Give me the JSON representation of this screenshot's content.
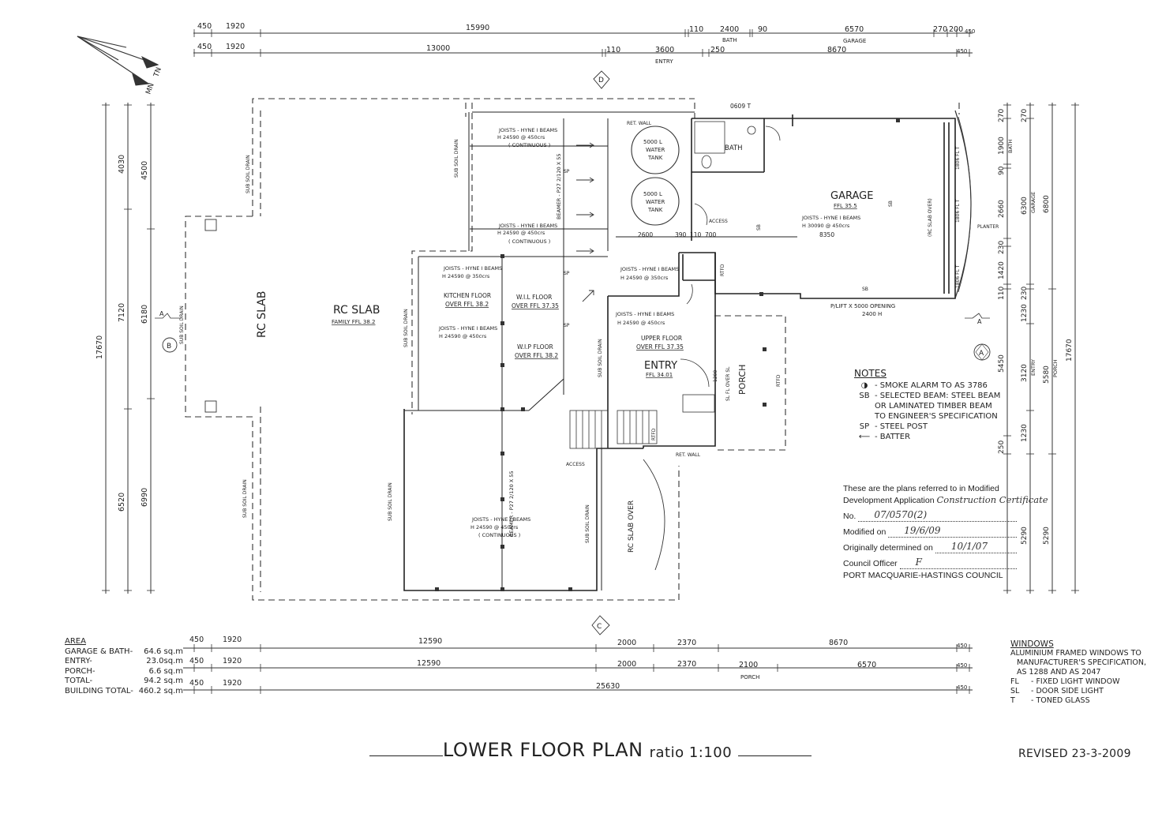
{
  "north": {
    "tn": "TN",
    "mn": "MN"
  },
  "dims_top_1": [
    "450",
    "1920",
    "15990",
    "110",
    "2400",
    "90",
    "6570",
    "270",
    "200",
    "450"
  ],
  "dims_top_1_sub": {
    "bath": "BATH",
    "garage": "GARAGE"
  },
  "dims_top_2": [
    "450",
    "1920",
    "13000",
    "110",
    "3600",
    "250",
    "8670",
    "450"
  ],
  "dims_top_2_sub": {
    "entry": "ENTRY"
  },
  "dims_bottom_1": [
    "450",
    "1920",
    "12590",
    "2000",
    "2370",
    "8670",
    "450"
  ],
  "dims_bottom_2": [
    "450",
    "1920",
    "12590",
    "2000",
    "2370",
    "2100",
    "6570",
    "450"
  ],
  "dims_bottom_2_sub": {
    "porch": "PORCH"
  },
  "dims_bottom_3": [
    "450",
    "1920",
    "25630",
    "450"
  ],
  "dims_left_1": [
    "17670"
  ],
  "dims_left_2": [
    "4030",
    "7120",
    "6520"
  ],
  "dims_left_3": [
    "4500",
    "6180",
    "6990"
  ],
  "dims_right_1": [
    "270",
    "1900",
    "90",
    "2660",
    "230",
    "1420",
    "110",
    "5450",
    "250"
  ],
  "dims_right_1_sub": {
    "bath": "BATH"
  },
  "dims_right_2": [
    "270",
    "6300",
    "230",
    "1230",
    "3120",
    "1230",
    "5290"
  ],
  "dims_right_2_sub": {
    "garage": "GARAGE",
    "entry": "ENTRY"
  },
  "dims_right_3": [
    "6800",
    "5580",
    "5290"
  ],
  "dims_right_3_sub": {
    "porch": "PORCH"
  },
  "dims_right_4": [
    "17670"
  ],
  "section_marks": {
    "d": "D",
    "c": "C",
    "b": "B",
    "a": "A",
    "a_small": "A"
  },
  "labels": {
    "rc_slab_left": "RC SLAB",
    "rc_slab_main": "RC SLAB",
    "family_ffl": "FAMILY FFL 38.2",
    "sub_soil_drain": "SUB SOIL DRAIN",
    "joists_1": "JOISTS - HYNE I BEAMS",
    "joists_1b": "H 24590 @ 450crs",
    "continuous": "( CONTINUOUS )",
    "joists_2": "JOISTS - HYNE I BEAMS",
    "joists_2b": "H 24590 @ 450crs",
    "joists_3": "JOISTS - HYNE I BEAMS",
    "joists_3b": "H 24590 @ 350crs",
    "joists_4": "JOISTS - HYNE I BEAMS",
    "joists_4b": "H 24590 @ 450crs",
    "joists_5": "JOISTS - HYNE I BEAMS",
    "joists_5b": "H 24590 @ 350crs",
    "joists_6": "JOISTS - HYNE I BEAMS",
    "joists_6b": "H 24590 @ 450crs",
    "joists_7": "JOISTS - HYNE I BEAMS",
    "joists_7b": "H 24590 @ 450crs",
    "garage_joists": "JOISTS - HYNE I BEAMS",
    "garage_joists_b": "H 30090 @ 450crs",
    "beamer_1": "BEAMER - P27 2/120 X 55",
    "beamer_2": "BEAMER - P27 2/120 X 55",
    "kitchen_floor": "KITCHEN FLOOR",
    "kitchen_ffl": "OVER FFL 38.2",
    "wil_floor": "W.I.L FLOOR",
    "wil_ffl": "OVER FFL 37.35",
    "wip_floor": "W.I.P FLOOR",
    "wip_ffl": "OVER FFL 38.2",
    "upper_floor": "UPPER FLOOR",
    "upper_ffl": "OVER FFL 37.35",
    "entry": "ENTRY",
    "entry_ffl": "FFL 34.01",
    "porch": "PORCH",
    "tank": "5000 L",
    "tank_b": "WATER",
    "tank_c": "TANK",
    "ret_wall": "RET. WALL",
    "ret_wall_b": "RET. WALL",
    "bath": "BATH",
    "garage": "GARAGE",
    "garage_ffl": "FFL 35.5",
    "access": "ACCESS",
    "access_b": "ACCESS",
    "planter": "PLANTER",
    "rc_slab_over": "(RC SLAB OVER)",
    "rc_slab_over_b": "RC SLAB OVER",
    "plift": "P/LIFT X 5000 OPENING",
    "plift_h": "2400 H",
    "d2600": "2600",
    "d390": "390",
    "d110": "110",
    "d700": "700",
    "d8350": "8350",
    "d0609": "0609 T",
    "rtfd": "RTFD",
    "rtfd_b": "RTFD",
    "rtfd_c": "RTFD",
    "fl1": "1806 FL T",
    "fl2": "1806 FL T",
    "fl3": "1806 FL T",
    "d1200": "1200",
    "sp": "SP",
    "sb": "SB",
    "fl_sl": "SL FL OVER SL"
  },
  "notes": {
    "title": "NOTES",
    "items": [
      {
        "sym": "◑",
        "text": "- SMOKE ALARM TO AS 3786"
      },
      {
        "sym": "SB",
        "text": "- SELECTED BEAM: STEEL BEAM"
      },
      {
        "sym": "",
        "text": "OR LAMINATED TIMBER BEAM"
      },
      {
        "sym": "",
        "text": "TO ENGINEER'S SPECIFICATION"
      },
      {
        "sym": "SP",
        "text": "- STEEL POST"
      },
      {
        "sym": "⟵",
        "text": "- BATTER"
      }
    ]
  },
  "stamp": {
    "line1": "These are the plans referred to in Modified",
    "line2": "Development Application",
    "line2_hand": "Construction Certificate",
    "no_label": "No.",
    "no_value": "07/0570(2)",
    "modified_label": "Modified on",
    "modified_value": "19/6/09",
    "orig_label": "Originally determined on",
    "orig_value": "10/1/07",
    "officer_label": "Council Officer",
    "officer_value": "F",
    "council": "PORT MACQUARIE-HASTINGS COUNCIL"
  },
  "area": {
    "title": "AREA",
    "rows": [
      {
        "label": "GARAGE & BATH-",
        "value": "64.6 sq.m"
      },
      {
        "label": "ENTRY-",
        "value": "23.0sq.m"
      },
      {
        "label": "PORCH-",
        "value": "6.6 sq.m"
      },
      {
        "label": "TOTAL-",
        "value": "94.2 sq.m"
      },
      {
        "label": "BUILDING TOTAL-",
        "value": "460.2 sq.m"
      }
    ]
  },
  "windows": {
    "title": "WINDOWS",
    "lines": [
      "ALUMINIUM FRAMED WINDOWS TO",
      "MANUFACTURER'S SPECIFICATION,",
      "AS 1288 AND AS 2047"
    ],
    "keys": [
      {
        "k": "FL",
        "v": "- FIXED LIGHT WINDOW"
      },
      {
        "k": "SL",
        "v": "- DOOR SIDE LIGHT"
      },
      {
        "k": "T",
        "v": "- TONED GLASS"
      }
    ]
  },
  "title": {
    "main": "LOWER FLOOR PLAN",
    "ratio": "ratio 1:100"
  },
  "revised": "REVISED 23-3-2009"
}
